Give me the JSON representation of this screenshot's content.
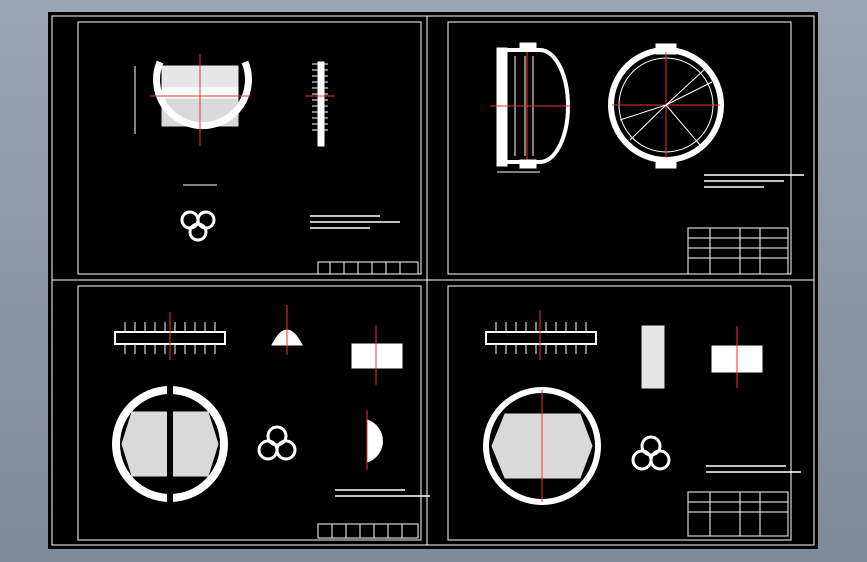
{
  "drawing": {
    "panels": [
      {
        "id": "top-left",
        "title_block": "",
        "views": [
          "section",
          "detail"
        ]
      },
      {
        "id": "top-right",
        "title_block": "",
        "views": [
          "side",
          "front"
        ]
      },
      {
        "id": "bottom-left",
        "title_block": "",
        "views": [
          "plan",
          "details"
        ]
      },
      {
        "id": "bottom-right",
        "title_block": "",
        "views": [
          "plan",
          "details"
        ]
      }
    ]
  }
}
